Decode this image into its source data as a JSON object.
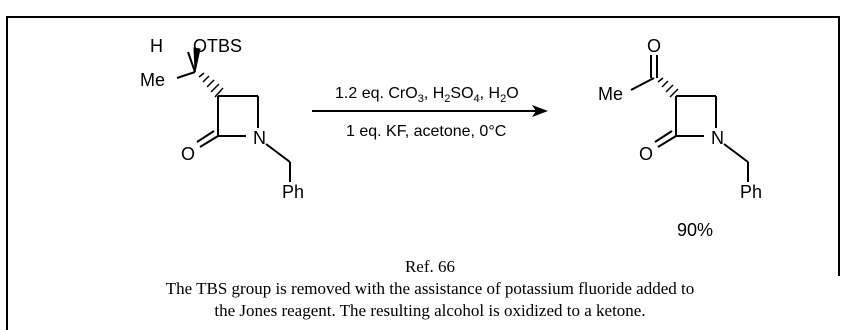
{
  "scheme": {
    "reactant": {
      "h_label": "H",
      "otbs_label": "OTBS",
      "me_label": "Me",
      "o_label": "O",
      "n_label": "N",
      "ph_label": "Ph"
    },
    "conditions": {
      "line1_a": "1.2 eq. CrO",
      "line1_sub1": "3",
      "line1_b": ", H",
      "line1_sub2": "2",
      "line1_c": "SO",
      "line1_sub3": "4",
      "line1_d": ", H",
      "line1_sub4": "2",
      "line1_e": "O",
      "line2": "1 eq. KF, acetone, 0°C"
    },
    "product": {
      "o_top_label": "O",
      "me_label": "Me",
      "o_label": "O",
      "n_label": "N",
      "ph_label": "Ph",
      "yield": "90%"
    }
  },
  "caption": {
    "ref": "Ref. 66",
    "line1": "The TBS group is removed with the assistance of potassium fluoride added to",
    "line2": "the Jones reagent. The resulting alcohol is oxidized to a ketone."
  }
}
